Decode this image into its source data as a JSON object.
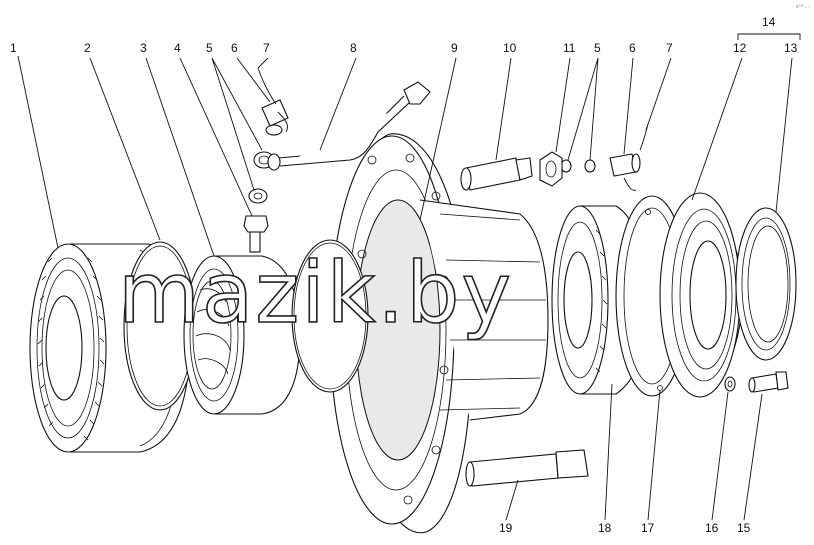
{
  "diagram": {
    "callouts": [
      {
        "id": "c1",
        "text": "1"
      },
      {
        "id": "c2",
        "text": "2"
      },
      {
        "id": "c3",
        "text": "3"
      },
      {
        "id": "c4",
        "text": "4"
      },
      {
        "id": "c5a",
        "text": "5"
      },
      {
        "id": "c6a",
        "text": "6"
      },
      {
        "id": "c7a",
        "text": "7"
      },
      {
        "id": "c8",
        "text": "8"
      },
      {
        "id": "c9",
        "text": "9"
      },
      {
        "id": "c10",
        "text": "10"
      },
      {
        "id": "c11",
        "text": "11"
      },
      {
        "id": "c5b",
        "text": "5"
      },
      {
        "id": "c6b",
        "text": "6"
      },
      {
        "id": "c7b",
        "text": "7"
      },
      {
        "id": "c14",
        "text": "14"
      },
      {
        "id": "c12",
        "text": "12"
      },
      {
        "id": "c13",
        "text": "13"
      },
      {
        "id": "c19",
        "text": "19"
      },
      {
        "id": "c18",
        "text": "18"
      },
      {
        "id": "c17",
        "text": "17"
      },
      {
        "id": "c16",
        "text": "16"
      },
      {
        "id": "c15",
        "text": "15"
      }
    ],
    "watermark": "mazik.by",
    "corner_mark": "s™ ..."
  }
}
